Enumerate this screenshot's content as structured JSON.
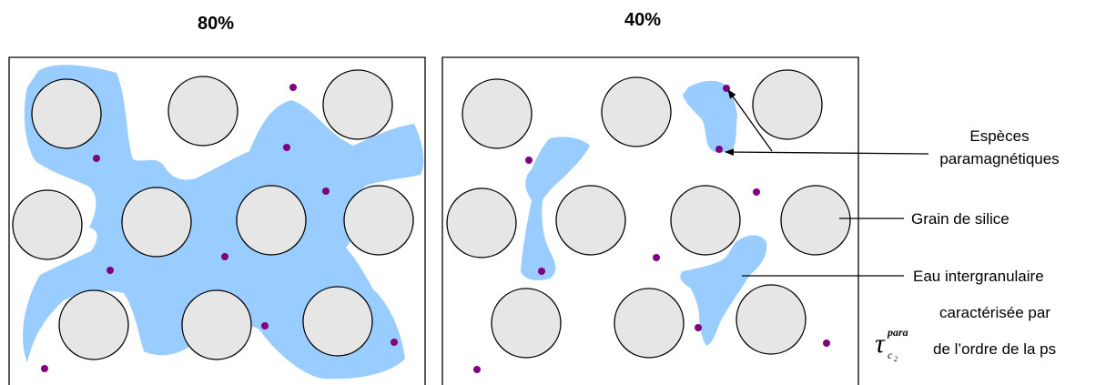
{
  "panels": [
    {
      "title": "80%"
    },
    {
      "title": "40%"
    }
  ],
  "labels": {
    "paramagnetic_line1": "Espèces",
    "paramagnetic_line2": "paramagnétiques",
    "silica_grain": "Grain de silice",
    "intergranular_water": "Eau intergranulaire",
    "characterized_by": "caractérisée par",
    "tau_symbol": "τ",
    "tau_subscript": "c",
    "tau_subscript_index": "2",
    "tau_superscript": "para",
    "order_of": "de l’ordre de la ps"
  },
  "colors": {
    "water": "#99ccff",
    "grain_fill": "#e6e6e6",
    "grain_stroke": "#000000",
    "paramagnetic_dot": "#800080",
    "frame": "#000000"
  }
}
